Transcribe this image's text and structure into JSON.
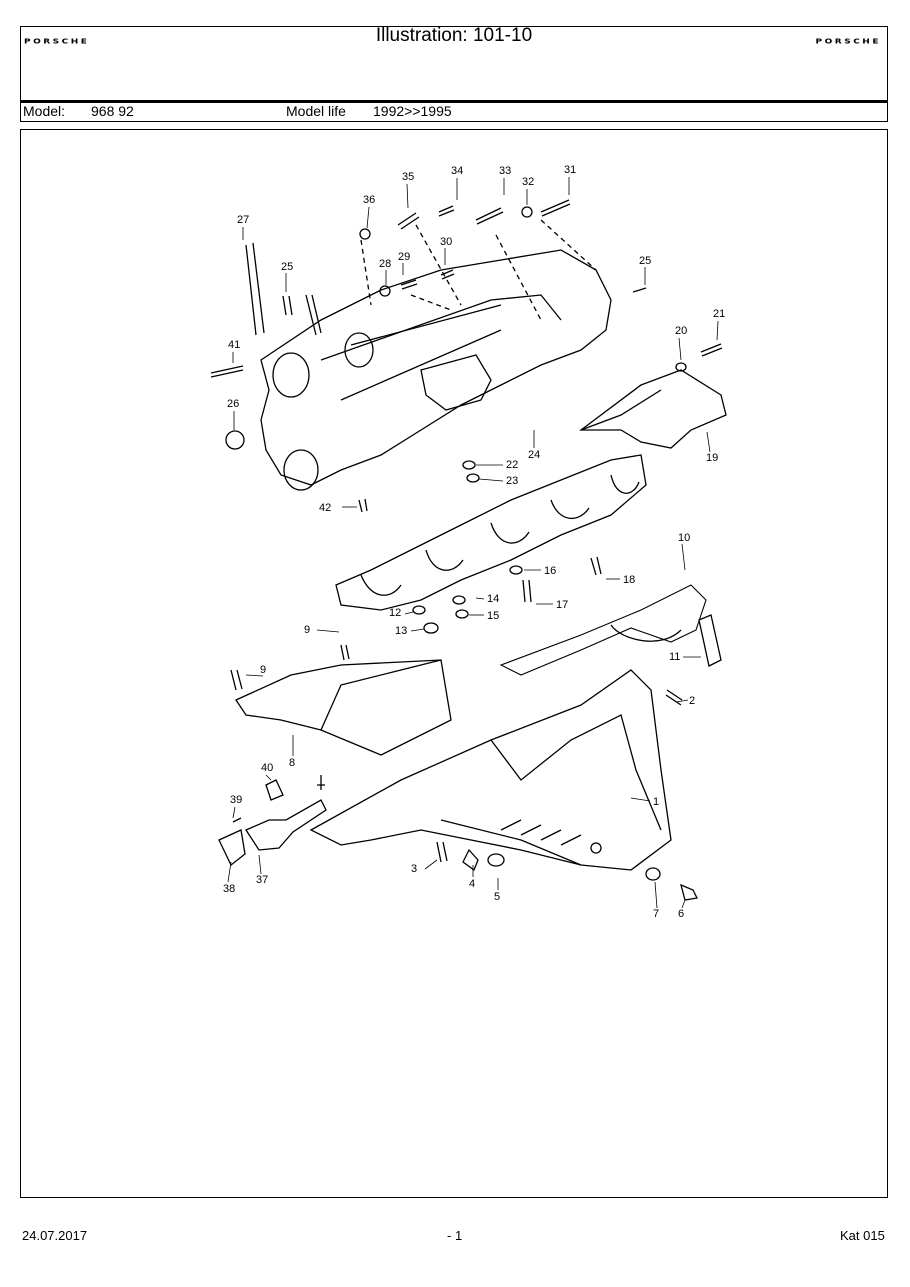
{
  "header": {
    "logo_left": "PORSCHE",
    "logo_right": "PORSCHE",
    "title": "Illustration: 101-10",
    "model_label": "Model:",
    "model_value": "968 92",
    "model_life_label": "Model life",
    "model_life_value": "1992>>1995"
  },
  "drawing": {
    "callouts": [
      "1",
      "2",
      "3",
      "4",
      "5",
      "6",
      "7",
      "8",
      "9",
      "9",
      "10",
      "11",
      "12",
      "13",
      "14",
      "15",
      "16",
      "17",
      "18",
      "19",
      "20",
      "21",
      "22",
      "23",
      "24",
      "25",
      "25",
      "26",
      "27",
      "28",
      "29",
      "30",
      "31",
      "32",
      "33",
      "34",
      "35",
      "36",
      "37",
      "38",
      "39",
      "40",
      "41",
      "42"
    ]
  },
  "footer": {
    "date": "24.07.2017",
    "page": "- 1",
    "catalog": "Kat 015"
  }
}
